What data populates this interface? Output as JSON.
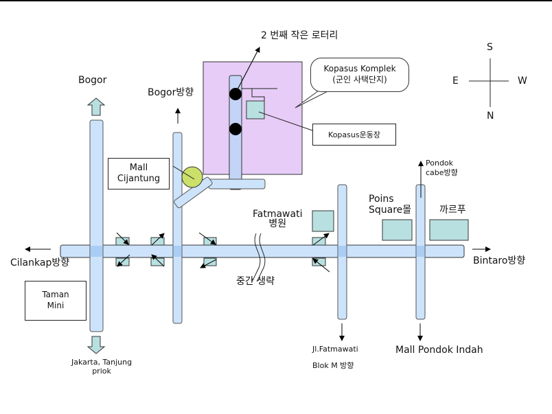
{
  "map": {
    "colors": {
      "road_fill": "#cce3fb",
      "road_stroke": "#333333",
      "komplek_fill": "#e6ccf6",
      "building_fill": "#b9e0e0",
      "roundabout_fill": "#cbe06a",
      "rotary_dot": "#000000",
      "arrow_fill": "#b9e0e0"
    },
    "compass": {
      "top": "S",
      "bottom": "N",
      "left": "E",
      "right": "W"
    },
    "labels": {
      "rotary_note": "2 번째 작은 로터리",
      "komplek_callout_line1": "Kopasus Komplek",
      "komplek_callout_line2": "(군인 사택단지)",
      "kopasus_field": "Kopasus운동장",
      "bogor": "Bogor",
      "bogor_direction": "Bogor방향",
      "mall_cijantung_line1": "Mall",
      "mall_cijantung_line2": "Cijantung",
      "fatmawati_hospital_line1": "Fatmawati",
      "fatmawati_hospital_line2": "병원",
      "pondok_cabe_line1": "Pondok",
      "pondok_cabe_line2": "cabe방향",
      "poins_square_line1": "Poins",
      "poins_square_line2": "Square몰",
      "carrefour": "까르푸",
      "cilankap": "Cilankap방향",
      "bintaro": "Bintaro방향",
      "omitted_section": "중간 생략",
      "taman_mini_line1": "Taman",
      "taman_mini_line2": "Mini",
      "jakarta_line1": "Jakarta, Tanjung",
      "jakarta_line2": "priok",
      "jl_fatmawati": "Jl.Fatmawati",
      "blok_m": "Blok M 방향",
      "mall_pondok_indah": "Mall Pondok Indah"
    }
  }
}
